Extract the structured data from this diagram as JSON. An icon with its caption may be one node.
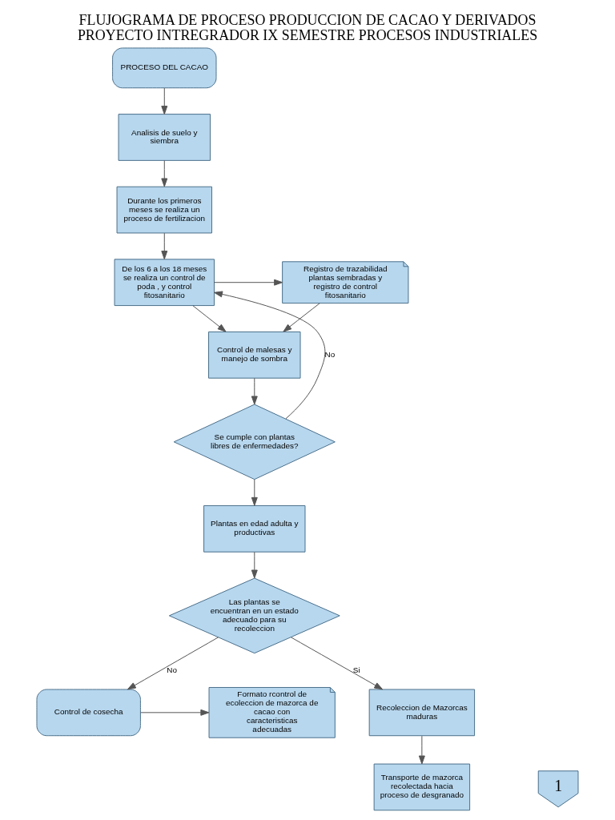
{
  "diagram": {
    "title": "FLUJOGRAMA DE PROCESO PRODUCCION DE CACAO Y DERIVADOS PROYECTO INTREGRADOR IX SEMESTRE PROCESOS INDUSTRIALES",
    "nodes": [
      {
        "text": [
          "PROCESO DEL CACAO"
        ]
      },
      {
        "text": [
          "Analisis de suelo y siembra"
        ]
      },
      {
        "text": [
          "Durante los primeros meses se realiza un proceso de fertilizacion"
        ]
      },
      {
        "text": [
          "De los 6 a los 18 meses se realiza un control de poda , y control fitosanitario"
        ]
      },
      {
        "text": [
          "Registro de trazabilidad plantas sembradas y registro de control fitosanitario"
        ]
      },
      {
        "text": [
          "Control de malesas y manejo de sombra"
        ]
      },
      {
        "text": [
          "Se cumple con plantas libres de enfermedades?"
        ]
      },
      {
        "text": [
          "Plantas en edad adulta y productivas"
        ]
      },
      {
        "text": [
          "Control de cosecha"
        ]
      },
      {
        "text": [
          "Formato rcontrol de ecoleccion de mazorca de cacao con caracteristicas adecuadas"
        ]
      },
      {
        "text": [
          "Las plantas se encuentran en un estado adecuado para su recoleccion"
        ]
      },
      {
        "text": [
          "Recoleccion de Mazorcas maduras"
        ]
      },
      {
        "text": [
          "Transporte de mazorca recolectada hacia proceso de desgranado"
        ]
      },
      {
        "text": [
          "1"
        ]
      }
    ],
    "edges": [
      {
        "from": 0,
        "to": 1,
        "arrow": "to"
      },
      {
        "from": 1,
        "to": 2,
        "arrow": "to"
      },
      {
        "from": 2,
        "to": 3,
        "arrow": "to"
      },
      {
        "from": 3,
        "to": 4,
        "arrow": "to"
      },
      {
        "from": 3,
        "to": 5,
        "arrow": "to"
      },
      {
        "from": 4,
        "to": 5,
        "arrow": "to"
      },
      {
        "from": 5,
        "to": 6,
        "arrow": "to"
      },
      {
        "from": 6,
        "to": 3,
        "arrow": "to",
        "label": "No"
      },
      {
        "from": 6,
        "to": 7,
        "arrow": "to"
      },
      {
        "from": 7,
        "to": 10,
        "arrow": "to"
      },
      {
        "from": 10,
        "to": 8,
        "arrow": "to",
        "label": "No"
      },
      {
        "from": 8,
        "to": 9,
        "arrow": "to"
      },
      {
        "from": 10,
        "to": 11,
        "arrow": "to",
        "label": "Si"
      },
      {
        "from": 11,
        "to": 12,
        "arrow": "to"
      }
    ]
  }
}
